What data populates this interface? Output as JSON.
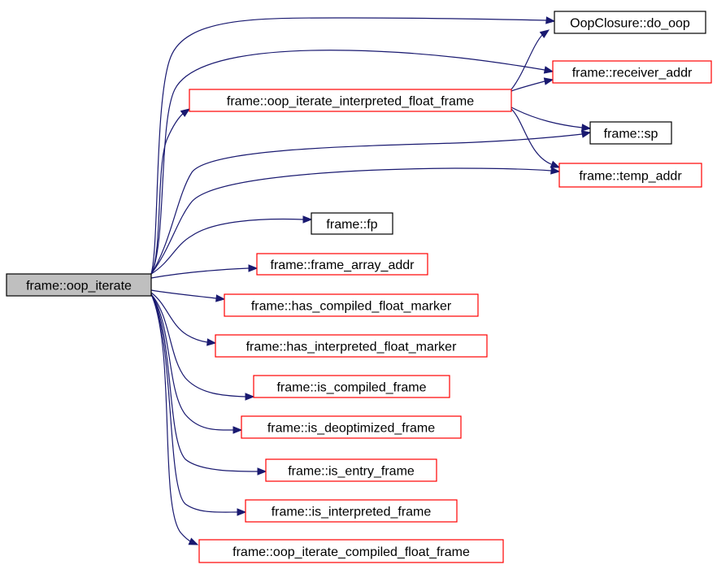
{
  "graph": {
    "root": {
      "id": "root",
      "label": "frame::oop_iterate",
      "fill": "#bfbfbf",
      "border": "#000000"
    },
    "nodes": [
      {
        "id": "do_oop",
        "label": "OopClosure::do_oop",
        "border": "#000000"
      },
      {
        "id": "receiver_addr",
        "label": "frame::receiver_addr",
        "border": "#ff0000"
      },
      {
        "id": "interp_float",
        "label": "frame::oop_iterate_interpreted_float_frame",
        "border": "#ff0000"
      },
      {
        "id": "sp",
        "label": "frame::sp",
        "border": "#000000"
      },
      {
        "id": "temp_addr",
        "label": "frame::temp_addr",
        "border": "#ff0000"
      },
      {
        "id": "fp",
        "label": "frame::fp",
        "border": "#000000"
      },
      {
        "id": "frame_array_addr",
        "label": "frame::frame_array_addr",
        "border": "#ff0000"
      },
      {
        "id": "has_compiled",
        "label": "frame::has_compiled_float_marker",
        "border": "#ff0000"
      },
      {
        "id": "has_interpreted",
        "label": "frame::has_interpreted_float_marker",
        "border": "#ff0000"
      },
      {
        "id": "is_compiled",
        "label": "frame::is_compiled_frame",
        "border": "#ff0000"
      },
      {
        "id": "is_deopt",
        "label": "frame::is_deoptimized_frame",
        "border": "#ff0000"
      },
      {
        "id": "is_entry",
        "label": "frame::is_entry_frame",
        "border": "#ff0000"
      },
      {
        "id": "is_interp",
        "label": "frame::is_interpreted_frame",
        "border": "#ff0000"
      },
      {
        "id": "compiled_float",
        "label": "frame::oop_iterate_compiled_float_frame",
        "border": "#ff0000"
      }
    ],
    "edges": [
      {
        "from": "root",
        "to": "do_oop"
      },
      {
        "from": "root",
        "to": "receiver_addr"
      },
      {
        "from": "root",
        "to": "interp_float"
      },
      {
        "from": "root",
        "to": "sp"
      },
      {
        "from": "root",
        "to": "temp_addr"
      },
      {
        "from": "root",
        "to": "fp"
      },
      {
        "from": "root",
        "to": "frame_array_addr"
      },
      {
        "from": "root",
        "to": "has_compiled"
      },
      {
        "from": "root",
        "to": "has_interpreted"
      },
      {
        "from": "root",
        "to": "is_compiled"
      },
      {
        "from": "root",
        "to": "is_deopt"
      },
      {
        "from": "root",
        "to": "is_entry"
      },
      {
        "from": "root",
        "to": "is_interp"
      },
      {
        "from": "root",
        "to": "compiled_float"
      },
      {
        "from": "interp_float",
        "to": "do_oop"
      },
      {
        "from": "interp_float",
        "to": "receiver_addr"
      },
      {
        "from": "interp_float",
        "to": "sp"
      },
      {
        "from": "interp_float",
        "to": "temp_addr"
      }
    ],
    "edge_color": "#191970"
  }
}
